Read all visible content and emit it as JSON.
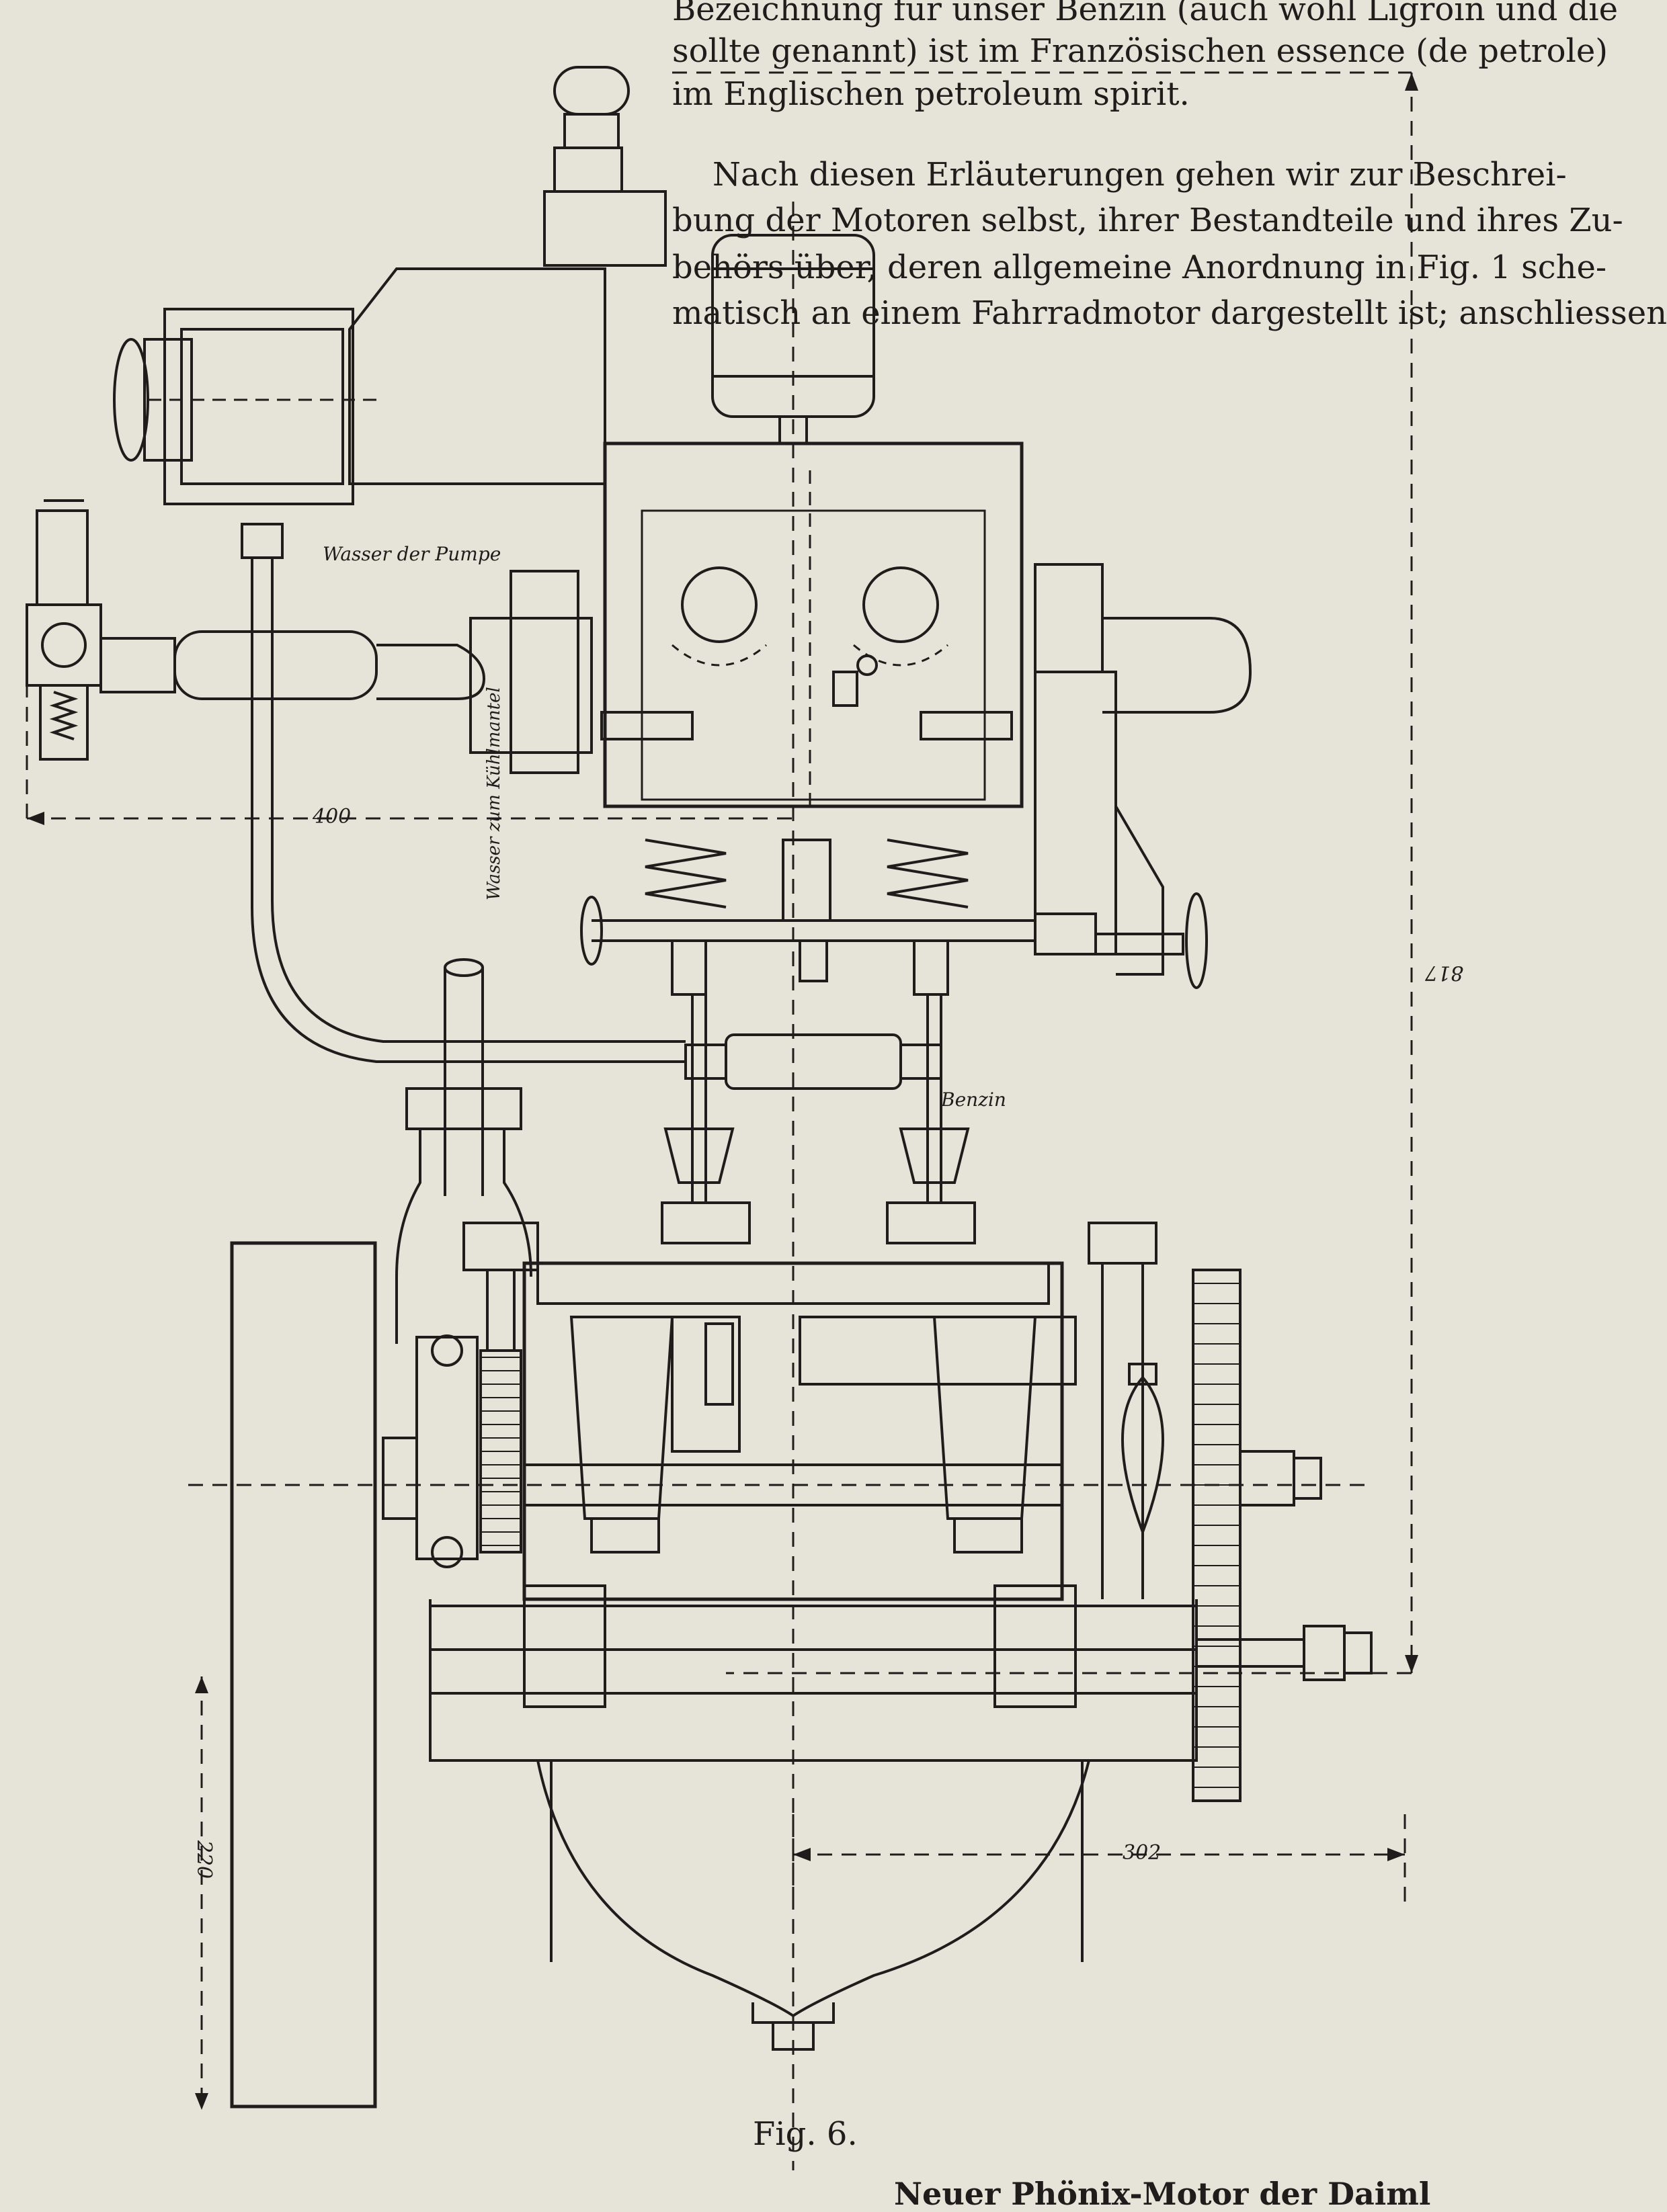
{
  "header_text": {
    "line1": "Bezeichnung für unser Benzin (auch wohl Ligroin und die",
    "line2": "sollte genannt) ist im Französischen essence (de petrole)",
    "line3": "im Englischen petroleum spirit.",
    "line4": "Nach diesen Erläuterungen gehen wir zur Beschrei-",
    "line5": "bung der Motoren selbst, ihrer Bestandteile und ihres Zu-",
    "line6": "behörs über, deren allgemeine Anordnung in Fig. 1 sche-",
    "line7": "matisch an einem Fahrradmotor dargestellt ist; anschliessen"
  },
  "figure": {
    "annotation_pump_water": "Wasser der Pumpe",
    "annotation_cooling_water": "Wasser zum Kühlmantel",
    "annotation_fuel": "Benzin",
    "dim_400": "400",
    "dim_817": "817",
    "dim_220": "220",
    "dim_302": "302"
  },
  "caption": "Fig. 6.",
  "footer_text": "Neuer Phönix-Motor der Daiml"
}
